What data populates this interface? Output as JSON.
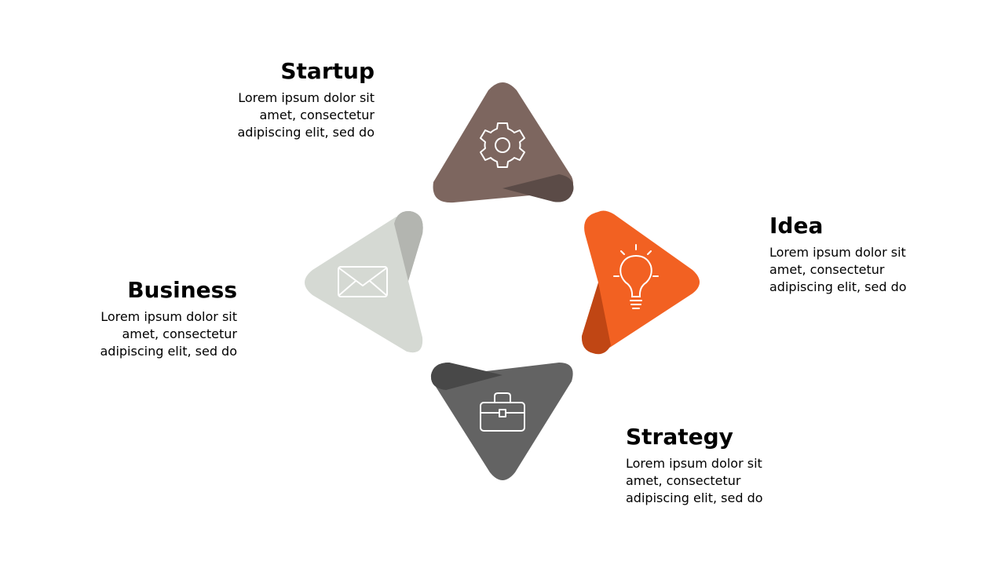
{
  "steps": [
    {
      "key": "startup",
      "title": "Startup",
      "desc": "Lorem ipsum dolor sit amet, consectetur adipiscing elit, sed do",
      "icon": "gear-icon",
      "color": "#7d665f",
      "shade": "#5b4b47"
    },
    {
      "key": "idea",
      "title": "Idea",
      "desc": "Lorem ipsum dolor sit amet, consectetur adipiscing elit, sed do",
      "icon": "lightbulb-icon",
      "color": "#f26122",
      "shade": "#c04614"
    },
    {
      "key": "strategy",
      "title": "Strategy",
      "desc": "Lorem ipsum dolor sit amet, consectetur adipiscing elit, sed do",
      "icon": "briefcase-icon",
      "color": "#636363",
      "shade": "#484848"
    },
    {
      "key": "business",
      "title": "Business",
      "desc": "Lorem ipsum dolor sit amet, consectetur adipiscing elit, sed do",
      "icon": "envelope-icon",
      "color": "#d5d9d3",
      "shade": "#b3b5b0"
    }
  ]
}
